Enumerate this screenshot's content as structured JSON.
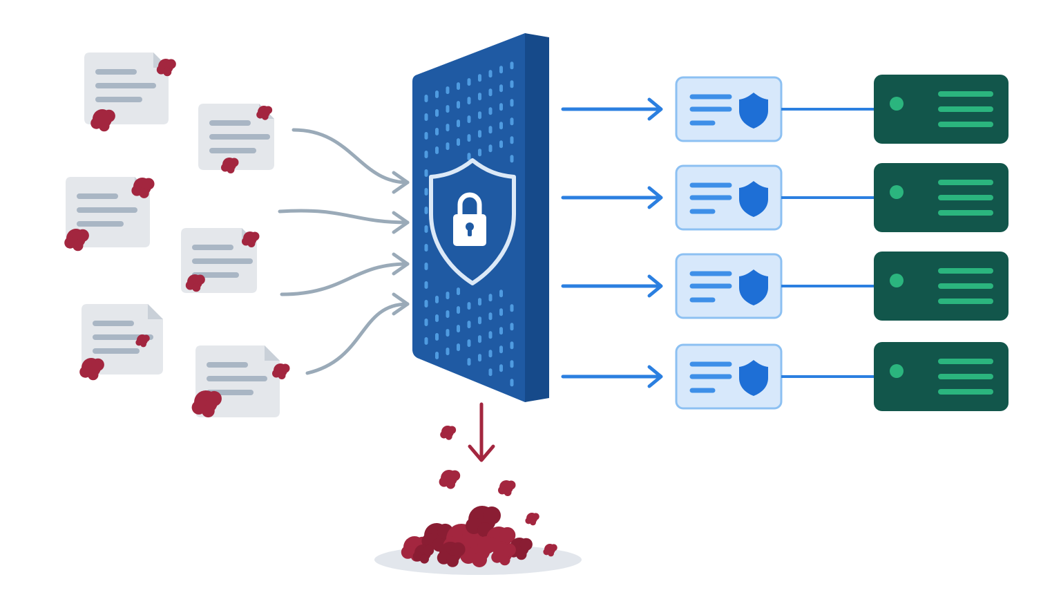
{
  "colors": {
    "background": "#ffffff",
    "document_fill": "#e4e7eb",
    "document_line": "#a9b6c4",
    "contaminant": "#a3263f",
    "contaminant_dark": "#8a1d33",
    "incoming_arrow": "#9aaab8",
    "filter_front": "#1f5aa3",
    "filter_side": "#164a8a",
    "filter_dot": "#4f9be0",
    "shield_outline": "#dce9f7",
    "outgoing_arrow": "#2b7fe0",
    "clean_card_fill": "#d7e8fb",
    "clean_card_border": "#8cc0f2",
    "clean_card_line": "#3e8fe8",
    "clean_card_shield": "#1e6fd6",
    "server_fill": "#12564b",
    "server_accent": "#2bb57e",
    "waste_shadow": "#e2e6ec"
  },
  "diagram": {
    "incoming_documents": [
      {
        "id": "doc-1",
        "contaminated": true
      },
      {
        "id": "doc-2",
        "contaminated": true
      },
      {
        "id": "doc-3",
        "contaminated": true
      },
      {
        "id": "doc-4",
        "contaminated": true
      },
      {
        "id": "doc-5",
        "contaminated": true
      },
      {
        "id": "doc-6",
        "contaminated": true
      }
    ],
    "filter": {
      "icon": "shield-lock-icon"
    },
    "clean_outputs": [
      {
        "id": "clean-1",
        "icon": "shield-icon",
        "destination": "server-1"
      },
      {
        "id": "clean-2",
        "icon": "shield-icon",
        "destination": "server-2"
      },
      {
        "id": "clean-3",
        "icon": "shield-icon",
        "destination": "server-3"
      },
      {
        "id": "clean-4",
        "icon": "shield-icon",
        "destination": "server-4"
      }
    ],
    "rejected": {
      "icon": "waste-pile-icon"
    }
  }
}
